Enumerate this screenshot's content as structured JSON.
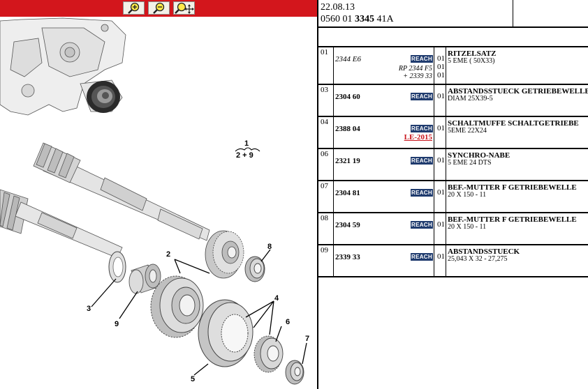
{
  "toolbar": {
    "buttons": [
      {
        "name": "zoom-in"
      },
      {
        "name": "zoom-out"
      },
      {
        "name": "zoom-fit"
      }
    ]
  },
  "diagram": {
    "callouts": {
      "c1": "1",
      "c1_sub": "2 + 9",
      "c2": "2",
      "c3": "3",
      "c4": "4",
      "c5": "5",
      "c6": "6",
      "c7": "7",
      "c8": "8",
      "c9": "9"
    }
  },
  "header": {
    "date": "22.08.13",
    "ref_prefix": "0560 01 ",
    "ref_bold": "3345",
    "ref_suffix": " 41A"
  },
  "parts": [
    {
      "pos": "01",
      "ref": "2344 E6",
      "reach": "REACH",
      "qty": "01",
      "extra1": "RP 2344 F5",
      "extra2": "+ 2339 33",
      "qty2": "01",
      "qty3": "01",
      "name": "RITZELSATZ",
      "desc": "5 EME ( 50X33)"
    },
    {
      "pos": "03",
      "ref": "2304 60",
      "reach": "REACH",
      "qty": "01",
      "name": "ABSTANDSSTUECK GETRIEBEWELLE",
      "desc": "DIAM 25X39-5"
    },
    {
      "pos": "04",
      "ref": "2388 04",
      "reach": "REACH",
      "qty": "01",
      "le": "LE-2015",
      "name": "SCHALTMUFFE SCHALTGETRIEBE",
      "desc": "5EME 22X24"
    },
    {
      "pos": "06",
      "ref": "2321 19",
      "reach": "REACH",
      "qty": "01",
      "name": "SYNCHRO-NABE",
      "desc": "5 EME 24 DTS"
    },
    {
      "pos": "07",
      "ref": "2304 81",
      "reach": "REACH",
      "qty": "01",
      "name": "BEF.-MUTTER F GETRIEBEWELLE",
      "desc": "20 X 150 - 11"
    },
    {
      "pos": "08",
      "ref": "2304 59",
      "reach": "REACH",
      "qty": "01",
      "name": "BEF.-MUTTER F GETRIEBEWELLE",
      "desc": "20 X 150 - 11"
    },
    {
      "pos": "09",
      "ref": "2339 33",
      "reach": "REACH",
      "qty": "01",
      "name": "ABSTANDSSTUECK",
      "desc": "25,043 X 32 - 27,275"
    }
  ]
}
